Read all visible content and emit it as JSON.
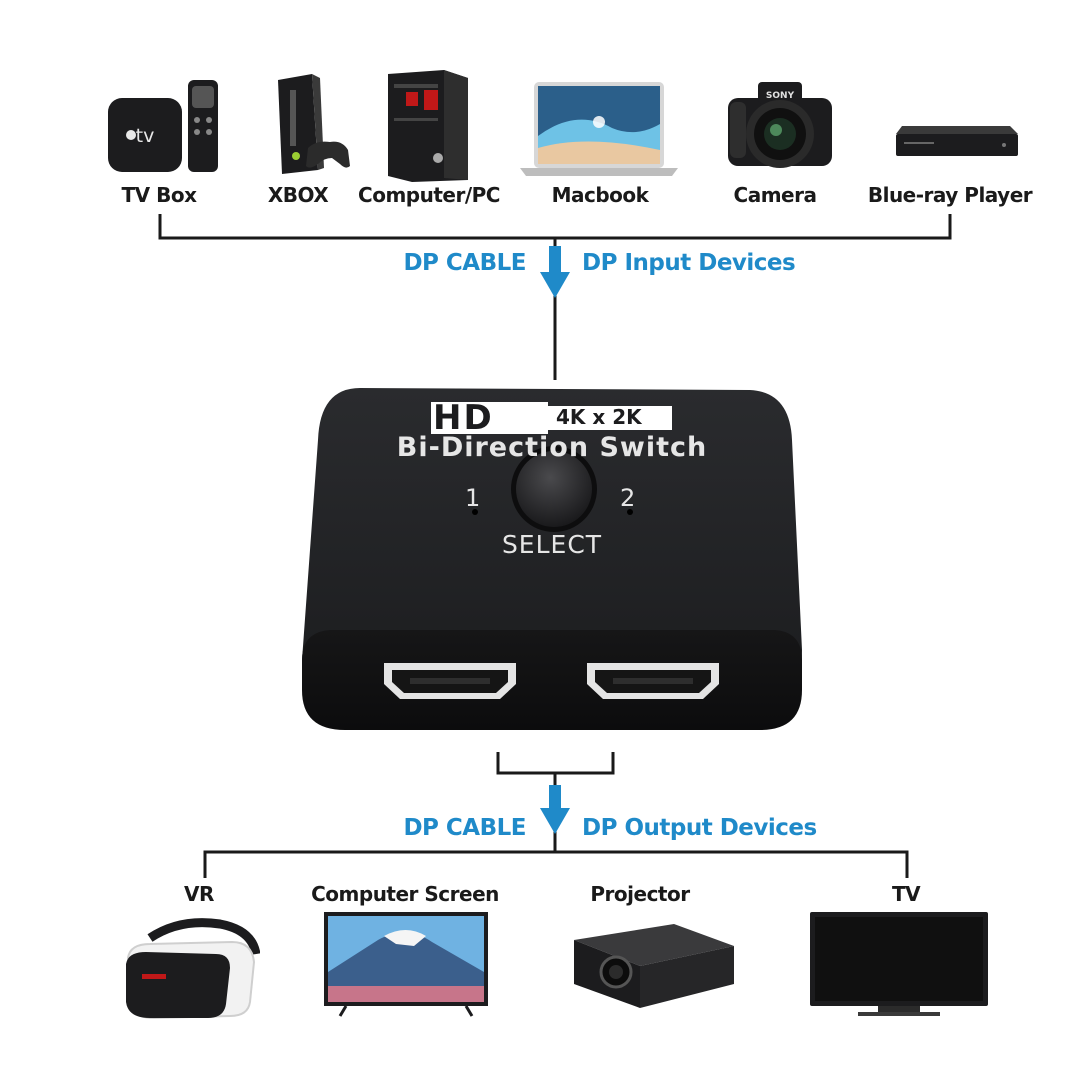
{
  "colors": {
    "accent": "#1f8ac9",
    "line": "#1a1a1a",
    "device": "#1c1c1e"
  },
  "input": {
    "cable_label": "DP CABLE",
    "devices_label": "DP Input Devices",
    "devices": [
      {
        "label": "TV Box",
        "icon": "apple-tv-icon"
      },
      {
        "label": "XBOX",
        "icon": "xbox-console-icon"
      },
      {
        "label": "Computer/PC",
        "icon": "pc-tower-icon"
      },
      {
        "label": "Macbook",
        "icon": "laptop-icon"
      },
      {
        "label": "Camera",
        "icon": "camera-icon"
      },
      {
        "label": "Blue-ray Player",
        "icon": "bluray-player-icon"
      }
    ]
  },
  "switch": {
    "badge_hd": "HD",
    "badge_res": "4K x 2K",
    "title": "Bi-Direction Switch",
    "port1": "1",
    "port2": "2",
    "select_label": "SELECT"
  },
  "output": {
    "cable_label": "DP CABLE",
    "devices_label": "DP Output Devices",
    "devices": [
      {
        "label": "VR",
        "icon": "vr-headset-icon"
      },
      {
        "label": "Computer Screen",
        "icon": "monitor-icon"
      },
      {
        "label": "Projector",
        "icon": "projector-icon"
      },
      {
        "label": "TV",
        "icon": "tv-icon"
      }
    ]
  }
}
